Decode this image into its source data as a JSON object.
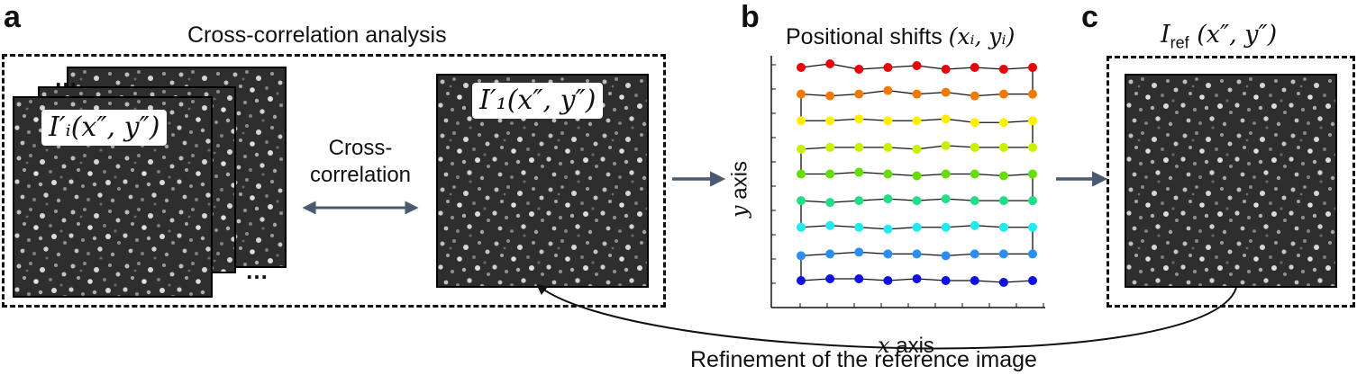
{
  "panels": {
    "a": {
      "letter": "a",
      "title": "Cross-correlation analysis",
      "stack_label": "I′ᵢ(x″, y″)",
      "stack_dots_top": "…",
      "stack_dots_bottom": "…",
      "cc_label_line1": "Cross-",
      "cc_label_line2": "correlation",
      "image1_label": "I′₁(x″, y″)"
    },
    "b": {
      "letter": "b",
      "title_text": "Positional shifts ",
      "title_math": "(xᵢ, yᵢ)",
      "xlabel_var": "x",
      "xlabel_word": " axis",
      "ylabel_var": "y",
      "ylabel_word": " axis"
    },
    "c": {
      "letter": "c",
      "title_math_I": "I",
      "title_math_sub": "ref",
      "title_math_args": " (x″, y″)"
    }
  },
  "bottom_label": "Refinement of the reference image",
  "colors": {
    "rows": [
      "#e8000b",
      "#f07a00",
      "#ffee00",
      "#e8f000",
      "#88e000",
      "#22dd22",
      "#22e8f0",
      "#2a8ff0",
      "#1e1ee8",
      "#0a0ae0"
    ],
    "arrow": "#4a5a70",
    "grid_line": "#111111"
  },
  "chart_data": {
    "type": "scatter",
    "title": "Positional shifts (x_i, y_i)",
    "xlabel": "x axis",
    "ylabel": "y axis",
    "columns": 9,
    "rows": 9,
    "row_colors": [
      "#e8000b",
      "#f07a00",
      "#ffee00",
      "#c8f000",
      "#66dd00",
      "#22dd88",
      "#22e8f0",
      "#2a8ff0",
      "#1010e0"
    ],
    "points_y_offsets": [
      [
        0,
        0,
        0,
        0,
        0,
        0,
        0,
        0,
        0
      ],
      [
        0,
        0,
        0,
        0,
        0,
        0,
        0,
        0,
        0
      ],
      [
        0,
        0,
        0,
        0,
        0,
        0,
        0,
        0,
        0
      ],
      [
        0,
        0,
        0,
        0,
        0,
        0,
        0,
        0,
        0
      ],
      [
        0,
        0,
        0,
        0,
        0,
        0,
        0,
        0,
        0
      ],
      [
        0,
        0,
        0,
        0,
        0,
        0,
        0,
        0,
        0
      ],
      [
        0,
        0,
        0,
        0,
        0,
        0,
        0,
        0,
        0
      ],
      [
        0,
        0,
        0,
        0,
        0,
        0,
        0,
        0,
        0
      ],
      [
        0,
        0,
        0,
        0,
        0,
        0,
        0,
        0,
        0
      ]
    ]
  }
}
